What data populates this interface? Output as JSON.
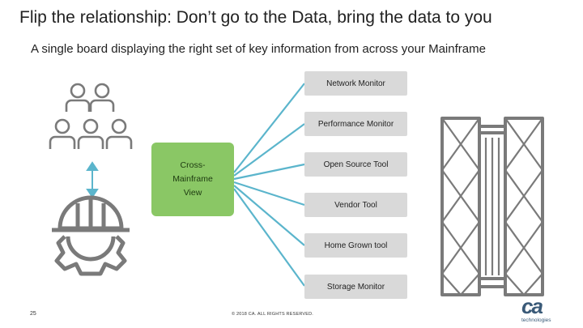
{
  "slide": {
    "title": "Flip the relationship: Don’t go to the Data, bring the data to you",
    "subtitle": "A single board displaying the right set of key information from across your Mainframe"
  },
  "center_node": {
    "label": "Cross-Mainframe View"
  },
  "targets": [
    {
      "label": "Network Monitor"
    },
    {
      "label": "Performance Monitor"
    },
    {
      "label": "Open Source Tool"
    },
    {
      "label": "Vendor Tool"
    },
    {
      "label": "Home Grown tool"
    },
    {
      "label": "Storage Monitor"
    }
  ],
  "icons": {
    "team": "people-group-icon",
    "engineer": "engineer-gear-icon",
    "arrow": "double-arrow-icon",
    "mainframe": "mainframe-server-icon"
  },
  "colors": {
    "connector": "#5bb5cc",
    "center_fill": "#8ac765",
    "box_fill": "#d9d9d9",
    "icon_stroke": "#7a7a7a"
  },
  "footer": {
    "page_number": "25",
    "copyright": "© 2018 CA. ALL RIGHTS RESERVED.",
    "logo_mark": "ca",
    "logo_text": "technologies"
  }
}
